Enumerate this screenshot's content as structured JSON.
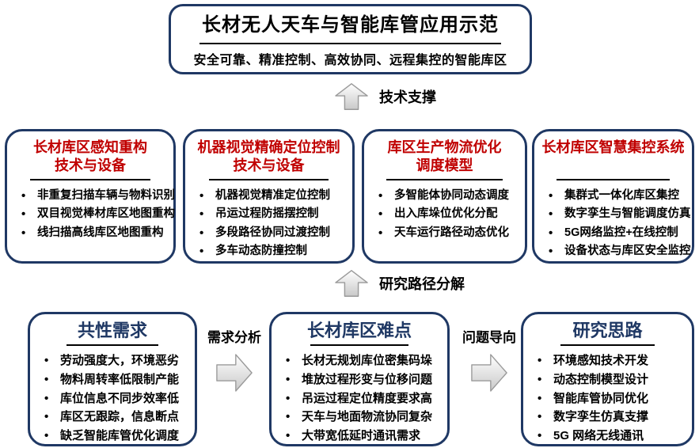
{
  "colors": {
    "navy": "#1f3864",
    "red": "#c00000",
    "ink": "#000000",
    "arrow_fill_light": "#ffffff",
    "arrow_fill_dark": "#c9c9c9",
    "arrow_stroke": "#9a9a9a"
  },
  "top_box": {
    "title": "长材无人天车与智能库管应用示范",
    "subtitle": "安全可靠、精准控制、高效协同、远程集控的智能库区"
  },
  "flow_labels": {
    "tech_support": "技术支撑",
    "research_path": "研究路径分解",
    "demand_analysis": "需求分析",
    "problem_oriented": "问题导向"
  },
  "tech_boxes": [
    {
      "title_line1": "长材库区感知重构",
      "title_line2": "技术与设备",
      "items": [
        "非重复扫描车辆与物料识别",
        "双目视觉棒材库区地图重构",
        "线扫描高线库区地图重构"
      ]
    },
    {
      "title_line1": "机器视觉精确定位控制",
      "title_line2": "技术与设备",
      "items": [
        "机器视觉精准定位控制",
        "吊运过程防摇摆控制",
        "多段路径协同过渡控制",
        "多车动态防撞控制"
      ]
    },
    {
      "title_line1": "库区生产物流优化",
      "title_line2": "调度模型",
      "items": [
        "多智能体协同动态调度",
        "出入库垛位优化分配",
        "天车运行路径动态优化"
      ]
    },
    {
      "title_line1": "长材库区智慧集控系统",
      "title_line2": "",
      "items": [
        "集群式一体化库区集控",
        "数字孪生与智能调度仿真",
        "5G网络监控+在线控制",
        "设备状态与库区安全监控"
      ]
    }
  ],
  "bottom_boxes": [
    {
      "title": "共性需求",
      "items": [
        "劳动强度大，环境恶劣",
        "物料周转率低限制产能",
        "库位信息不同步效率低",
        "库区无跟踪，信息断点",
        "缺乏智能库管优化调度"
      ]
    },
    {
      "title": "长材库区难点",
      "items": [
        "长材无规划库位密集码垛",
        "堆放过程形变与位移问题",
        "吊运过程定位精度要求高",
        "天车与地面物流协同复杂",
        "大带宽低延时通讯需求"
      ]
    },
    {
      "title": "研究思路",
      "items": [
        "环境感知技术开发",
        "动态控制模型设计",
        "智能库管协同优化",
        "数字孪生仿真支撑",
        "5G 网络无线通讯"
      ]
    }
  ]
}
